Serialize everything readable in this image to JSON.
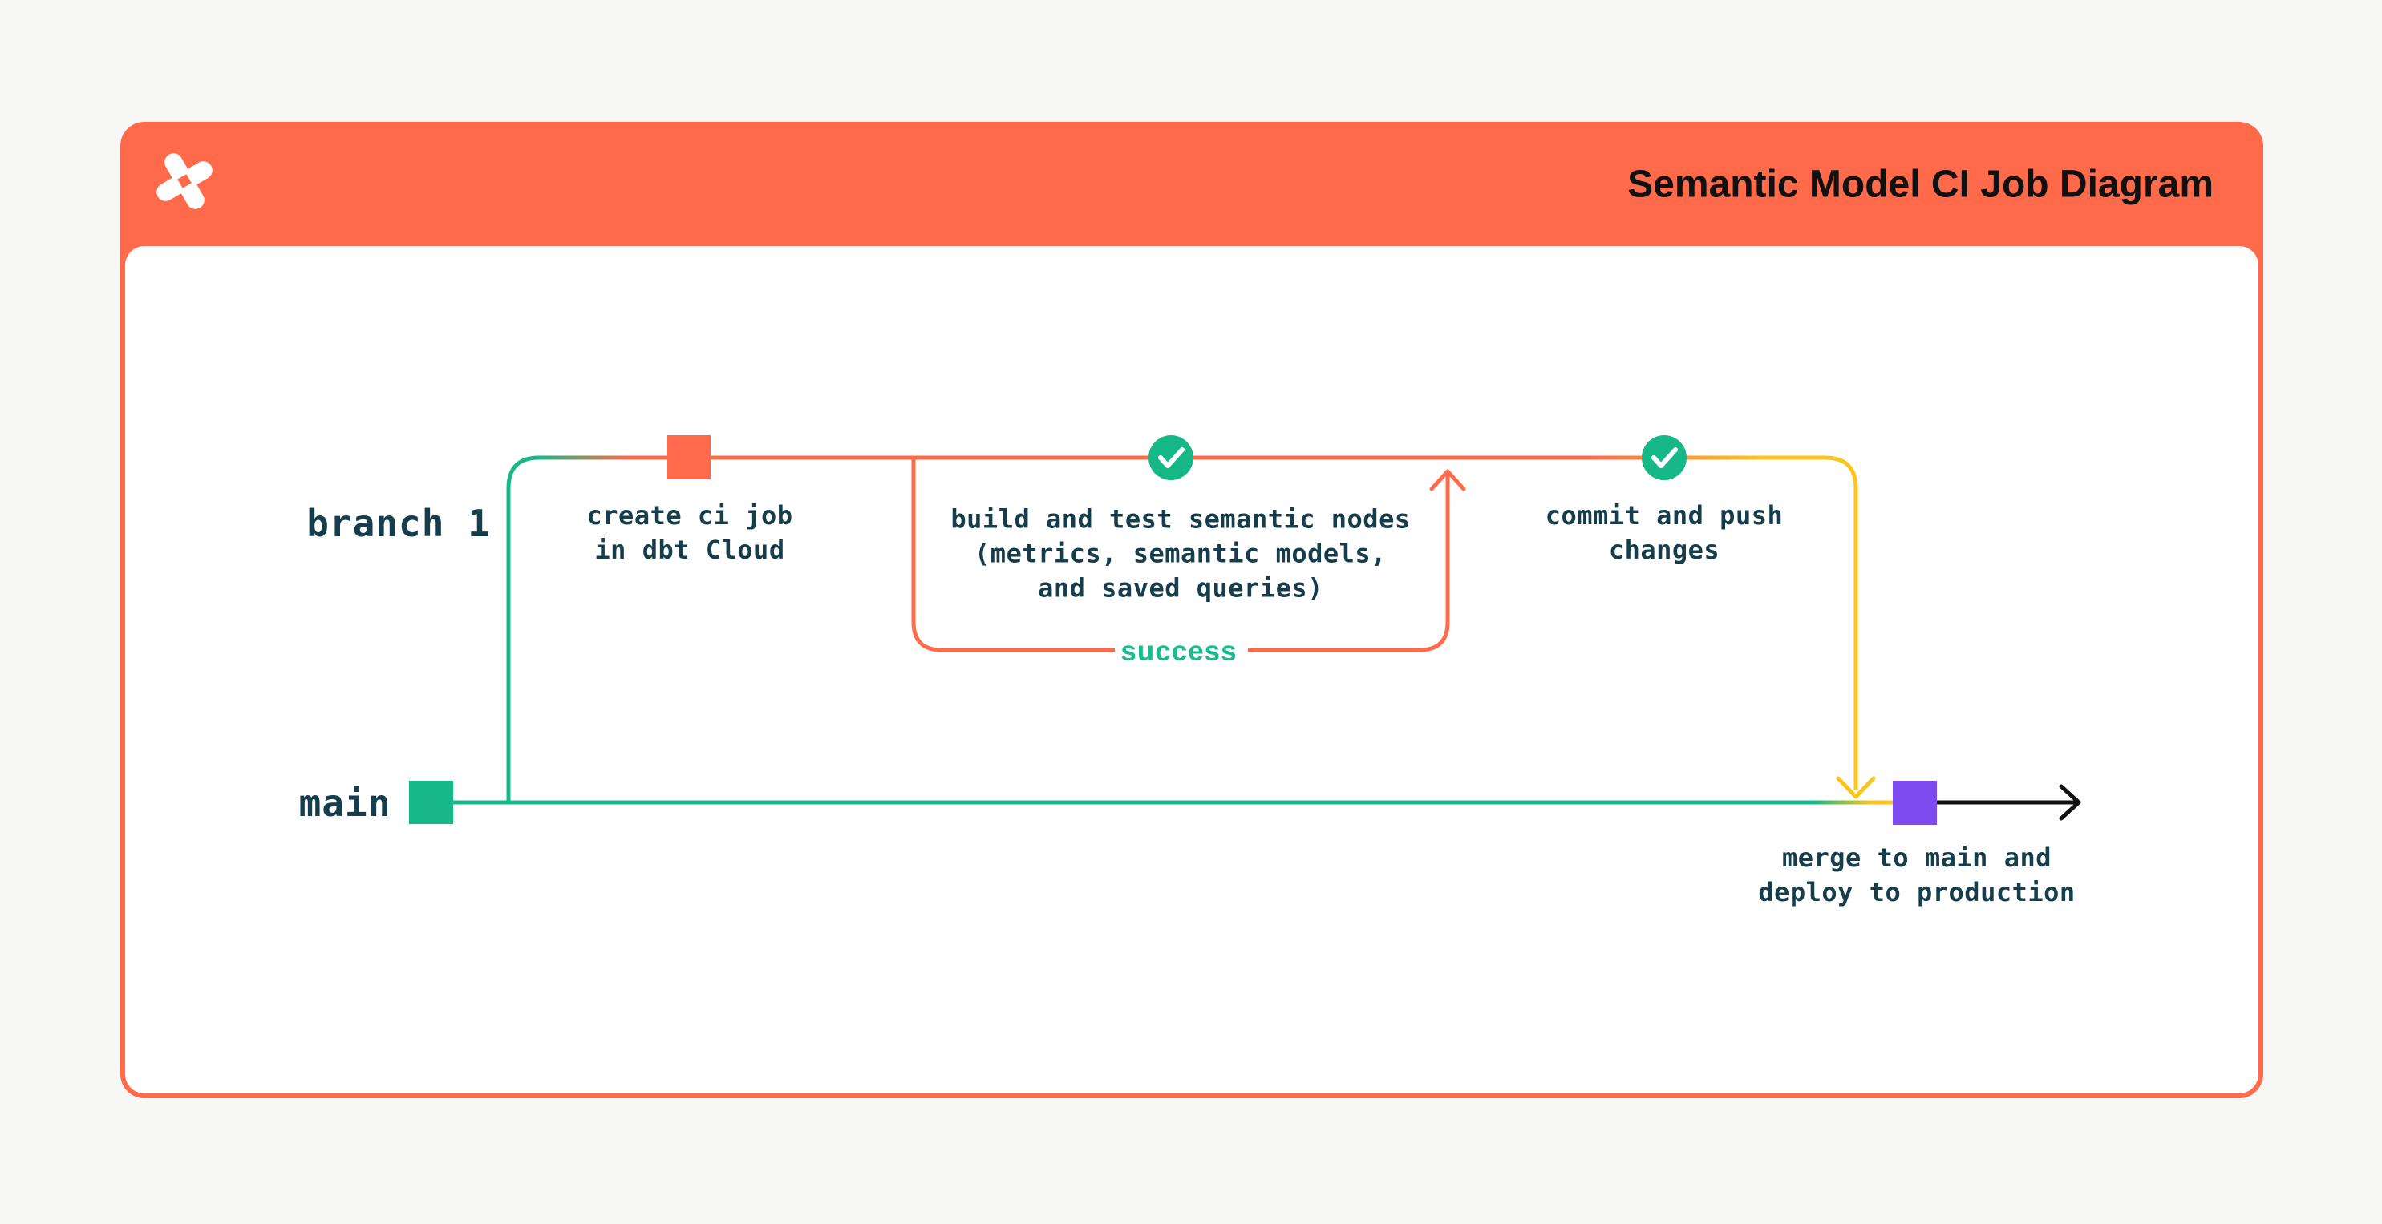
{
  "header": {
    "title": "Semantic Model CI Job Diagram",
    "logo": "dbt-logo"
  },
  "diagram": {
    "branches": {
      "branch1_label": "branch 1",
      "main_label": "main"
    },
    "steps": {
      "create_ci_job": "create ci job\nin dbt Cloud",
      "build_and_test": "build and test semantic nodes\n(metrics, semantic models,\nand saved queries)",
      "commit_and_push": "commit and push\nchanges",
      "merge_and_deploy": "merge to main and\ndeploy to production"
    },
    "edge_labels": {
      "success": "success"
    },
    "icons": {
      "check1": "check-icon",
      "check2": "check-icon"
    }
  },
  "colors": {
    "coral": "#ff6a4a",
    "green": "#16b888",
    "success_green": "#1abc8f",
    "yellow": "#fcc41d",
    "purple": "#7e4bf0",
    "teal_text": "#163d4c",
    "black": "#111111",
    "page_bg": "#f7f7f5",
    "card_bg": "#ffffff"
  }
}
